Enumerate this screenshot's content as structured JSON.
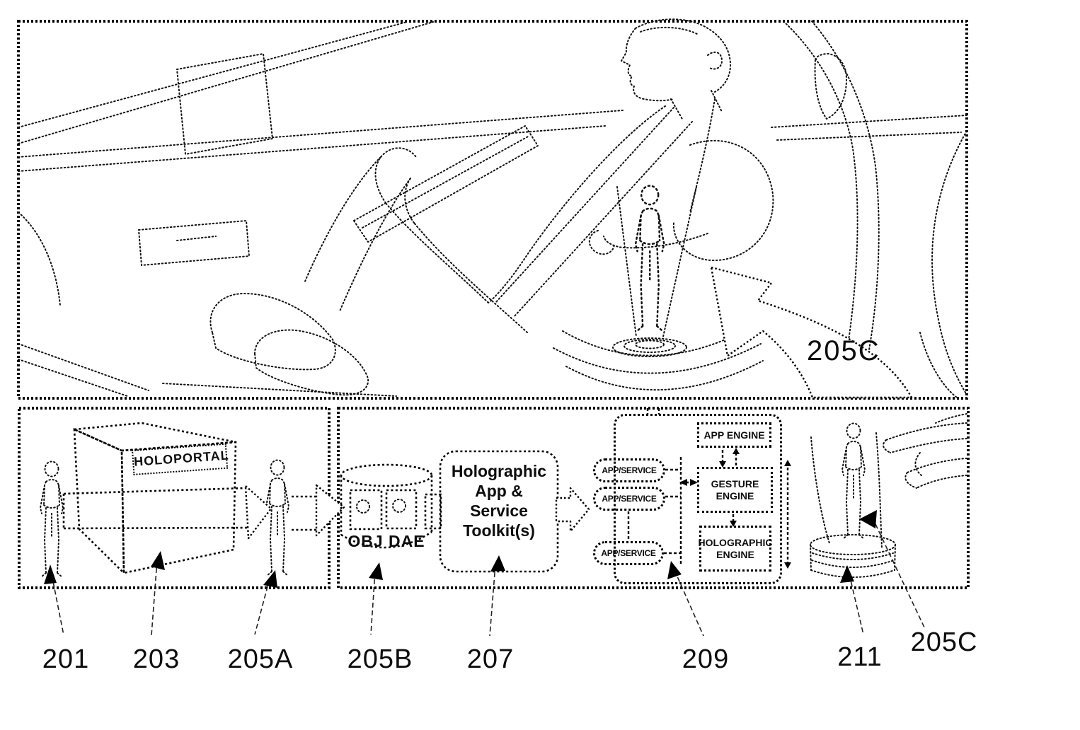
{
  "colors": {
    "ink": "#000000",
    "paper": "#ffffff"
  },
  "top_panel": {
    "description": "person reclined in vehicle seat with holographic figure projected on lap",
    "callout": "205C"
  },
  "holoportal_panel": {
    "device_label": "HOLOPORTAL"
  },
  "pipeline_panel": {
    "database_label": "OBJ DAE",
    "toolkit_lines": [
      "Holographic",
      "App &",
      "Service",
      "Toolkit(s)"
    ],
    "service_pills": [
      "APP/SERVICE",
      "APP/SERVICE",
      "APP/SERVICE"
    ],
    "engines": [
      "APP ENGINE",
      "GESTURE ENGINE",
      "HOLOGRAPHIC ENGINE"
    ]
  },
  "reference_labels": {
    "r201": "201",
    "r203": "203",
    "r205a": "205A",
    "r205b": "205B",
    "r207": "207",
    "r209": "209",
    "r211": "211",
    "r205c": "205C"
  }
}
